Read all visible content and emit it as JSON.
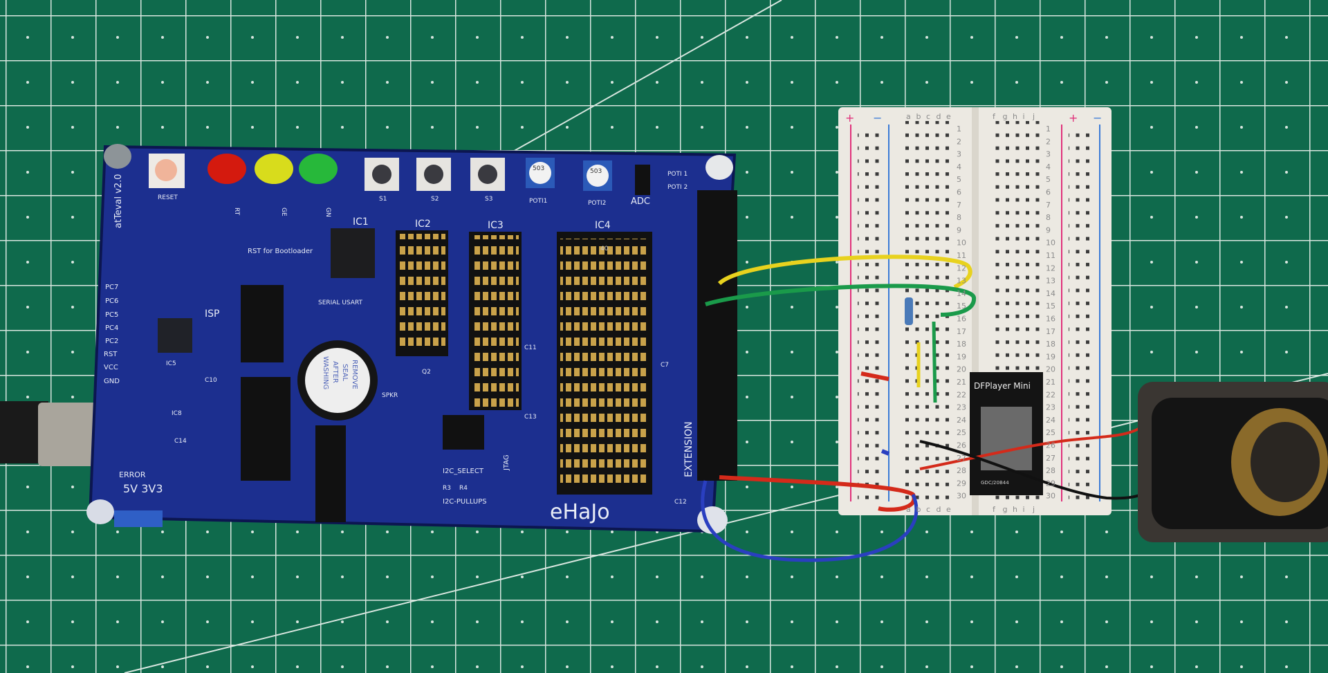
{
  "scene": {
    "colors": {
      "mat": "#0f6a4c",
      "grid": "#d8e6df",
      "pcb": "#1c2f8f",
      "breadboard": "#ece9e2",
      "wire_yellow": "#e8d21e",
      "wire_green": "#1a9a4a",
      "wire_red": "#d42a1a",
      "wire_blue": "#2a3fc0",
      "wire_black": "#111111"
    }
  },
  "pcb": {
    "brand": "eHaJo",
    "version": "atTeval v2.0",
    "extension": "EXTENSION",
    "ic_labels": [
      "IC1",
      "IC2",
      "IC3",
      "IC4"
    ],
    "ic4_pin": "40",
    "buttons": [
      "RESET",
      "S1",
      "S2",
      "S3"
    ],
    "led_labels": [
      "RT",
      "GE",
      "GN"
    ],
    "pots": [
      "POTI1",
      "POTI2"
    ],
    "pot_values": [
      "503",
      "503"
    ],
    "adc": "ADC",
    "poti_header": [
      "POTI 1",
      "POTI 2"
    ],
    "rst_note": "RST for Bootloader",
    "isp": "ISP",
    "serial": "SERIAL USART",
    "pins": [
      "PC7",
      "PC6",
      "PC5",
      "PC4",
      "PC2",
      "RST",
      "VCC",
      "GND"
    ],
    "buzzer": [
      "REMOVE",
      "SEAL",
      "AFTER",
      "WASHING"
    ],
    "i2c_select": "I2C_SELECT",
    "i2c_pullups": "I2C-PULLUPS",
    "jtag": "JTAG",
    "error": "ERROR",
    "voltage": "5V 3V3",
    "parts": [
      "C11",
      "C7",
      "C13",
      "C12",
      "IC8",
      "IC5",
      "C10",
      "C14",
      "Q2",
      "SPKR",
      "R3",
      "R4"
    ]
  },
  "breadboard": {
    "cols_left": [
      "a",
      "b",
      "c",
      "d",
      "e"
    ],
    "cols_right": [
      "f",
      "g",
      "h",
      "i",
      "j"
    ],
    "rows": [
      1,
      2,
      3,
      4,
      5,
      6,
      7,
      8,
      9,
      10,
      11,
      12,
      13,
      14,
      15,
      16,
      17,
      18,
      19,
      20,
      21,
      22,
      23,
      24,
      25,
      26,
      27,
      28,
      29,
      30
    ],
    "plus": "+",
    "minus": "−"
  },
  "module": {
    "name": "DFPlayer Mini",
    "code": "GDC/20B44"
  }
}
